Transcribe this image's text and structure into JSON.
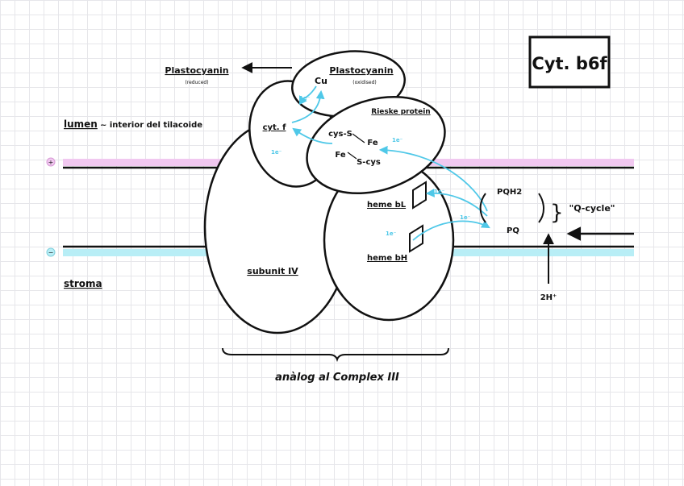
{
  "title": "Cyt. b6f",
  "regions": {
    "lumen": "lumen",
    "lumen_desc": "~ interior del tilacoide",
    "stroma": "stroma",
    "lumen_charge": "+",
    "stroma_charge": "−"
  },
  "plastocyanin_reduced": {
    "label": "Plastocyanin",
    "state": "(reduced)"
  },
  "plastocyanin_oxidised": {
    "label": "Plastocyanin",
    "state": "(oxidised)",
    "metal": "Cu"
  },
  "cyt_f": "cyt. f",
  "rieske": {
    "label": "Rieske protein",
    "cluster": {
      "top": "cys-S",
      "fe_right": "Fe",
      "fe_left": "Fe",
      "bottom": "S-cys"
    }
  },
  "hemes": {
    "bL": "heme bL",
    "bH": "heme bH"
  },
  "subunit": "subunit IV",
  "q_cycle": {
    "pqh2": "PQH2",
    "pq": "PQ",
    "label": "\"Q-cycle\"",
    "protons": "2H⁺"
  },
  "electron": "1e⁻",
  "caption": "anàlog al Complex III",
  "colors": {
    "lumen_band": "#f1c8f0",
    "stroma_band": "#b8eef6",
    "electron_arrow": "#4fc8e8",
    "ink": "#111111"
  }
}
